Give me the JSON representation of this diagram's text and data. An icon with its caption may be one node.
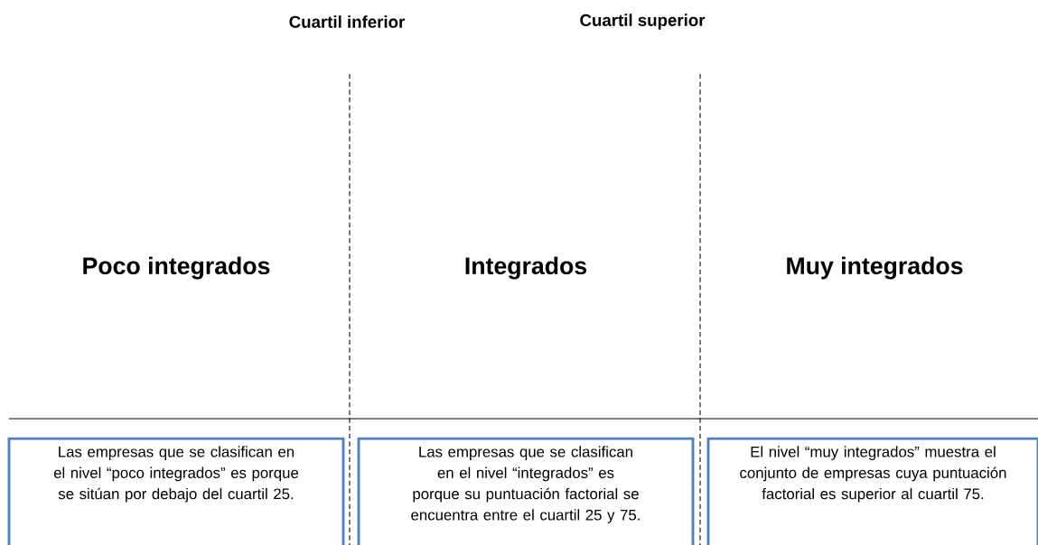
{
  "diagram": {
    "nodes": [
      {
        "text": [
          "Las empresas que se clasifican en el nivel “poco integrados” es porque se sitúan por debajo del cuartil 25."
        ]
      },
      {
        "text": [
          "Las empresas que se clasifican en el nivel “integrados” es porque su puntuación factorial se encuentra entre el cuartil 25 y 75."
        ]
      },
      {
        "text": [
          "El nivel “muy integrados” muestra el conjunto de empresas cuya puntuación factorial es superior al cuartil 75."
        ]
      }
    ],
    "labels": [
      "Cuartil inferior",
      "Cuartil superior",
      "Poco integrados",
      "Integrados",
      "Muy integrados"
    ]
  }
}
